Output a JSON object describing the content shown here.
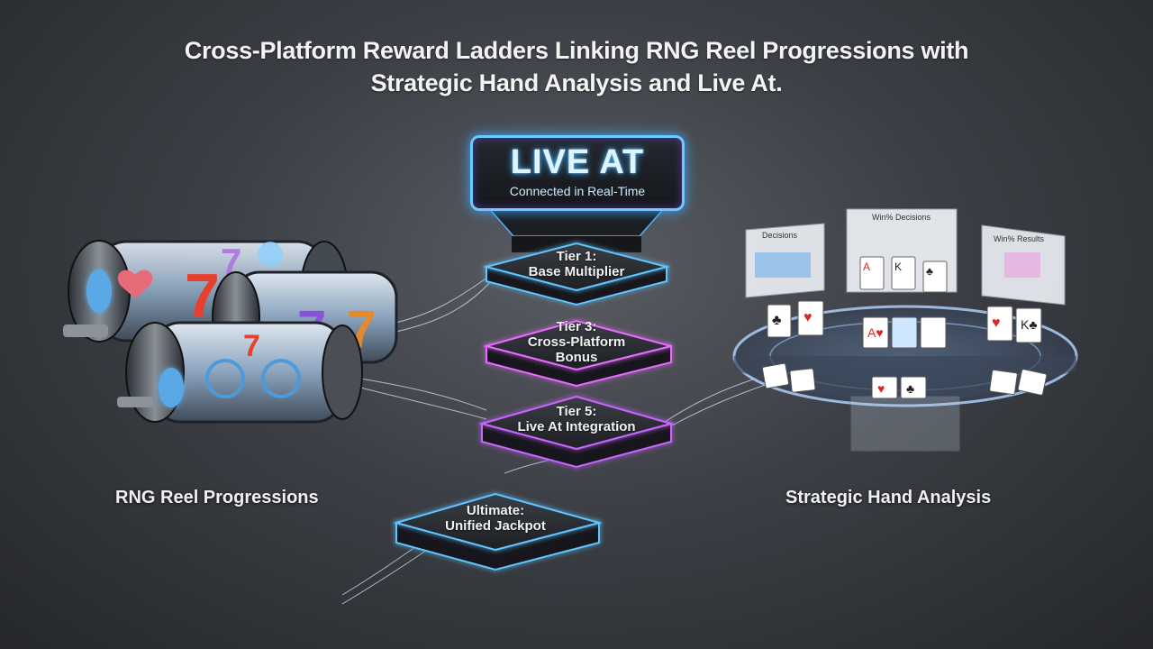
{
  "title": {
    "line1": "Cross-Platform Reward Ladders Linking RNG Reel Progressions with",
    "line2": "Strategic Hand Analysis and Live At."
  },
  "live": {
    "title": "LIVE AT",
    "subtitle": "Connected in Real-Time"
  },
  "tiers": [
    {
      "line1": "Tier 1:",
      "line2": "Base Multiplier",
      "accent": "#5fc4ff"
    },
    {
      "line1": "Tier 3:",
      "line2": "Cross-Platform Bonus",
      "accent": "#e86cff"
    },
    {
      "line1": "Tier 5:",
      "line2": "Live At Integration",
      "accent": "#c966ff"
    },
    {
      "line1": "Ultimate:",
      "line2": "Unified Jackpot",
      "accent": "#5fc4ff"
    }
  ],
  "left_label": "RNG Reel Progressions",
  "right_label": "Strategic Hand Analysis",
  "panels": {
    "left": "Decisions",
    "center": "Win% Decisions",
    "right": "Win% Results"
  },
  "colors": {
    "blue_glow": "#5fc4ff",
    "pink_glow": "#e86cff",
    "card_red": "#d62a2a"
  }
}
